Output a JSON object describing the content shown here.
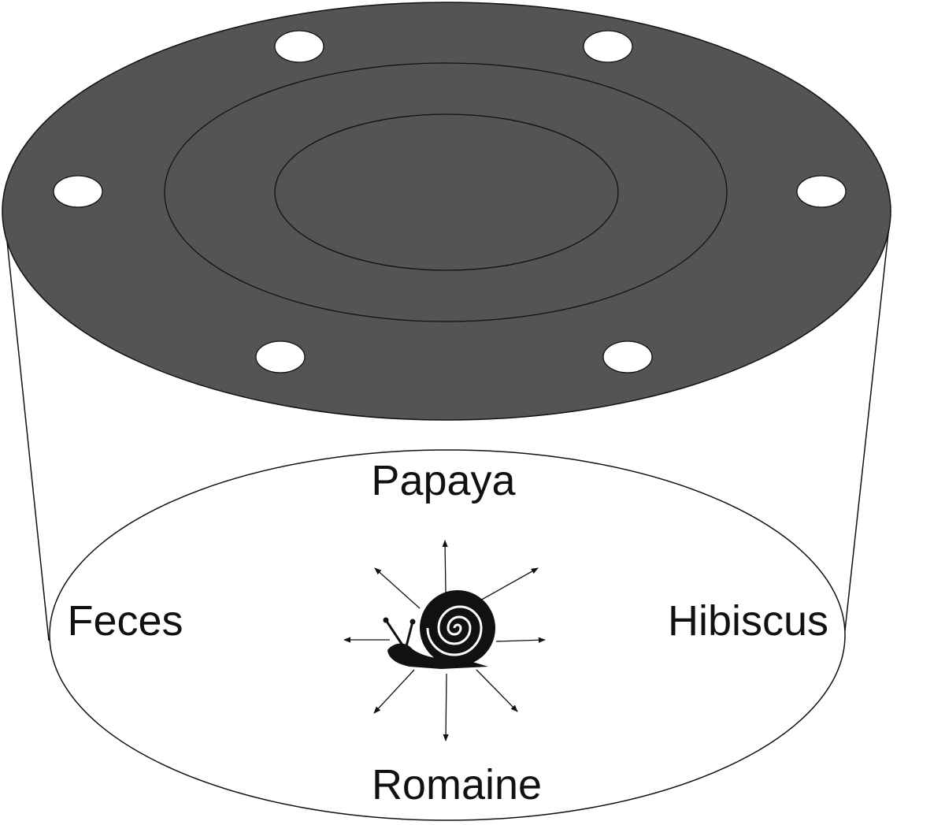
{
  "labels": {
    "top": "Papaya",
    "left": "Feces",
    "right": "Hibiscus",
    "bottom": "Romaine"
  },
  "icons": {
    "center_animal": "snail-icon",
    "movement": "arrow-icon"
  },
  "colors": {
    "lid_fill": "#545454",
    "outline": "#111111",
    "background": "#ffffff"
  }
}
